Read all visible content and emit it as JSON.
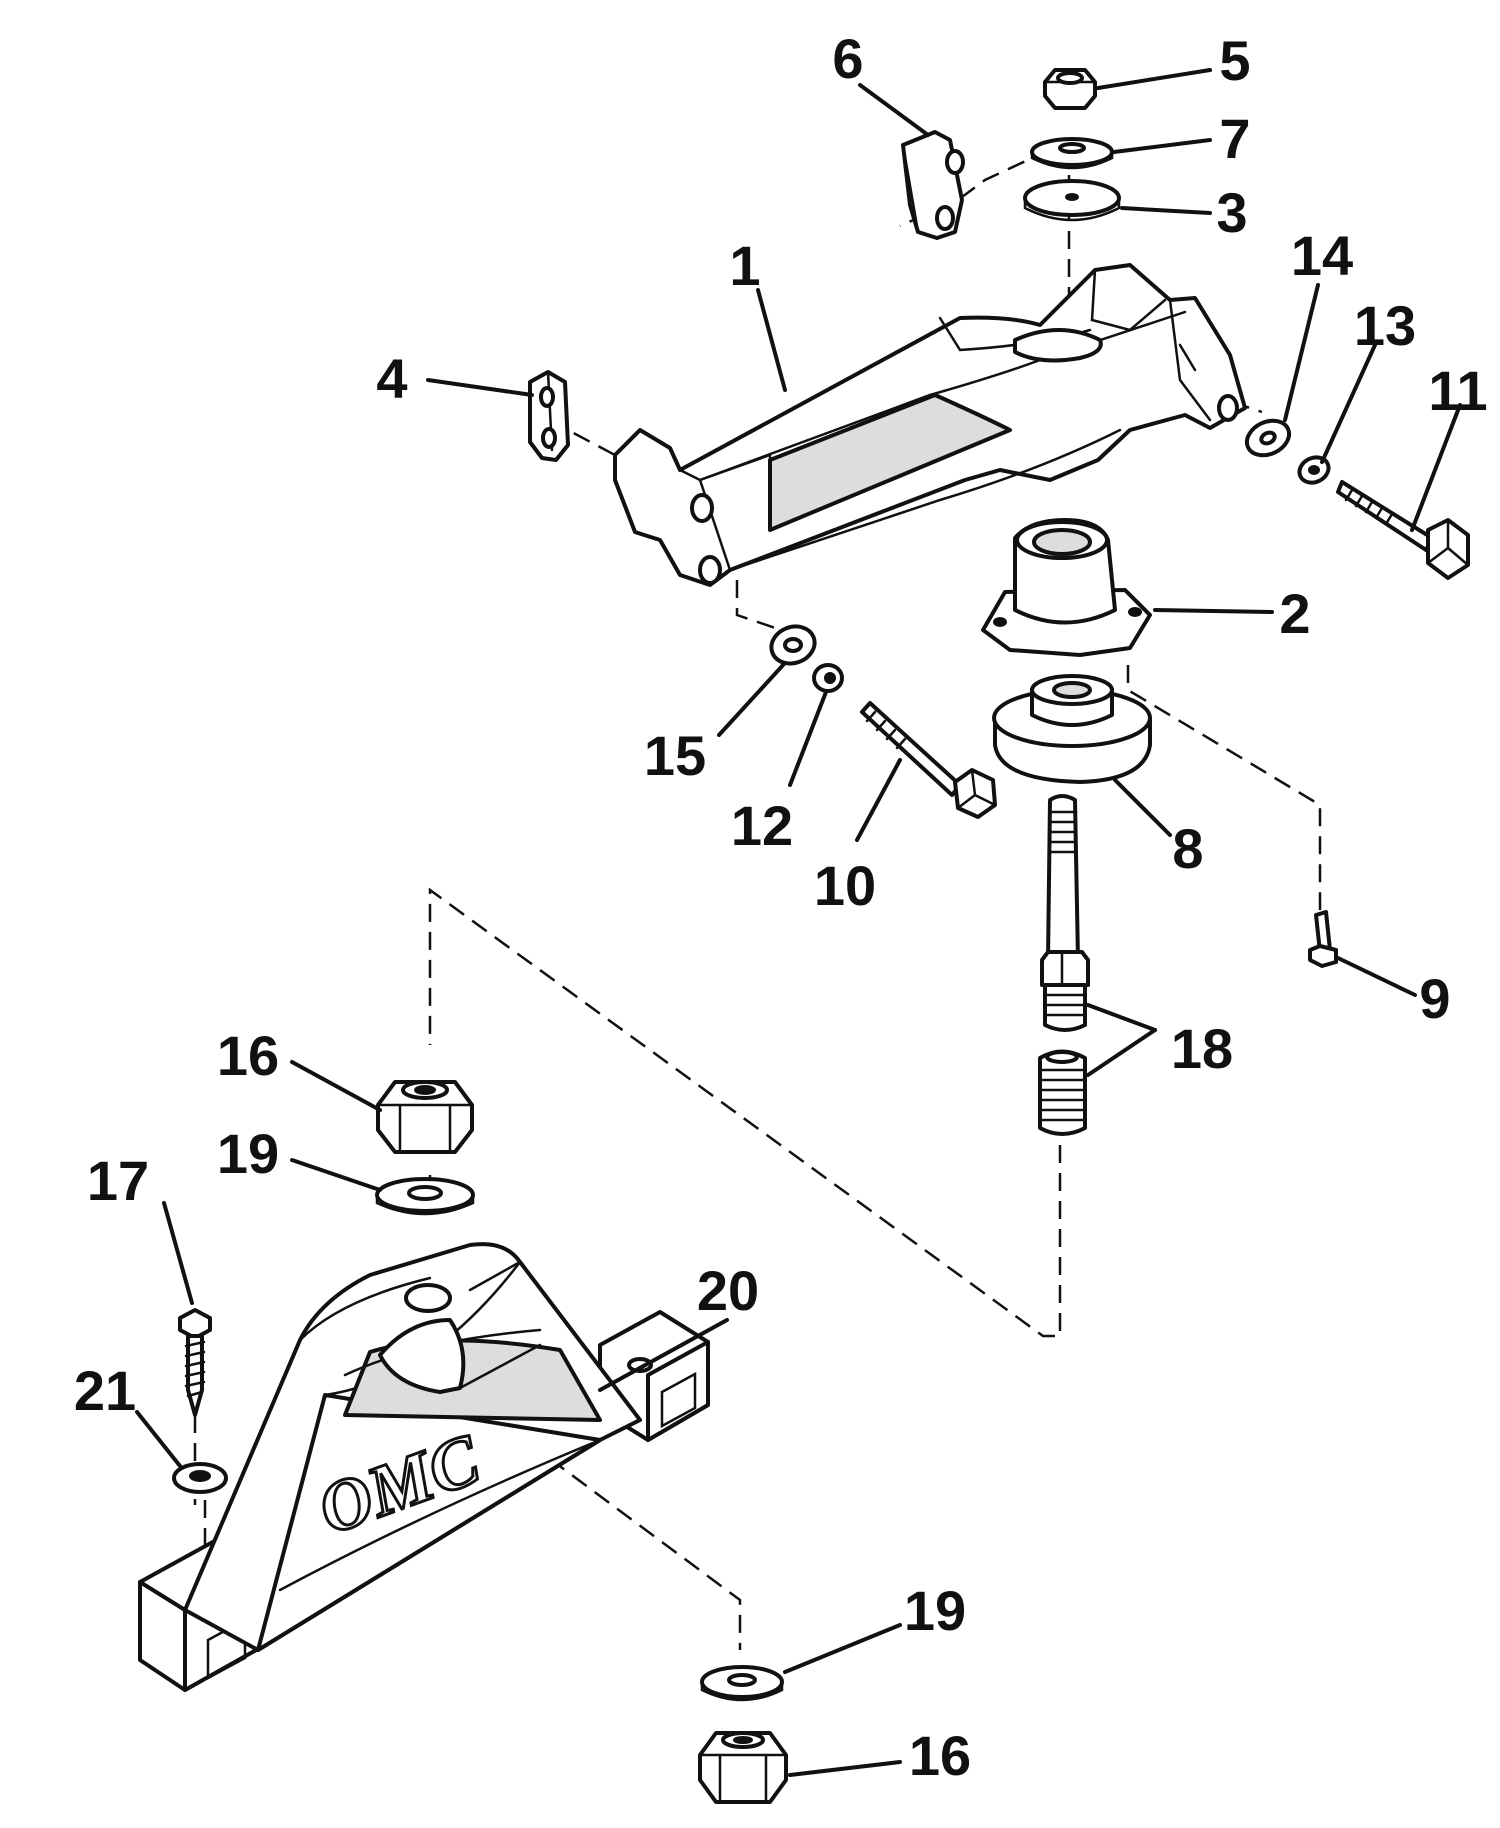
{
  "diagram": {
    "callouts": [
      {
        "id": "1",
        "text": "1"
      },
      {
        "id": "2",
        "text": "2"
      },
      {
        "id": "3",
        "text": "3"
      },
      {
        "id": "4",
        "text": "4"
      },
      {
        "id": "5",
        "text": "5"
      },
      {
        "id": "6",
        "text": "6"
      },
      {
        "id": "7",
        "text": "7"
      },
      {
        "id": "8",
        "text": "8"
      },
      {
        "id": "9",
        "text": "9"
      },
      {
        "id": "10",
        "text": "10"
      },
      {
        "id": "11",
        "text": "11"
      },
      {
        "id": "12",
        "text": "12"
      },
      {
        "id": "13",
        "text": "13"
      },
      {
        "id": "14",
        "text": "14"
      },
      {
        "id": "15",
        "text": "15"
      },
      {
        "id": "16a",
        "text": "16"
      },
      {
        "id": "16b",
        "text": "16"
      },
      {
        "id": "17",
        "text": "17"
      },
      {
        "id": "18",
        "text": "18"
      },
      {
        "id": "19a",
        "text": "19"
      },
      {
        "id": "19b",
        "text": "19"
      },
      {
        "id": "20",
        "text": "20"
      },
      {
        "id": "21",
        "text": "21"
      }
    ],
    "logo_text": "OMC"
  }
}
